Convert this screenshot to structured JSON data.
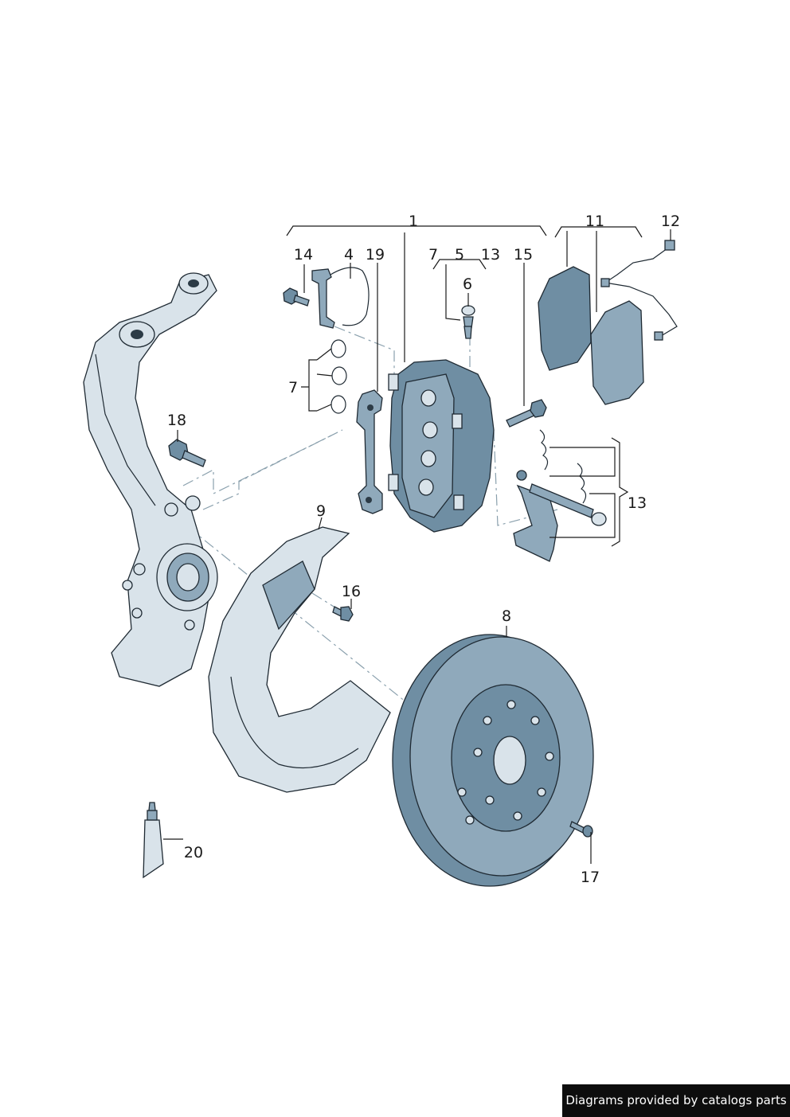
{
  "callouts": {
    "c1": "1",
    "c4": "4",
    "c5": "5",
    "c6": "6",
    "c7a": "7",
    "c7b": "7",
    "c8": "8",
    "c9": "9",
    "c11": "11",
    "c12": "12",
    "c13a": "13",
    "c13b": "13",
    "c14": "14",
    "c15": "15",
    "c16": "16",
    "c17": "17",
    "c18": "18",
    "c19": "19",
    "c20": "20"
  },
  "footer": {
    "credit": "Diagrams provided by catalogs parts"
  },
  "colors": {
    "part_fill_light": "#d9e3ea",
    "part_fill_mid": "#8fa9bb",
    "part_fill_dark": "#6f8ea3",
    "outline": "#1f2a33",
    "leader_dash": "#8aa0ad"
  }
}
